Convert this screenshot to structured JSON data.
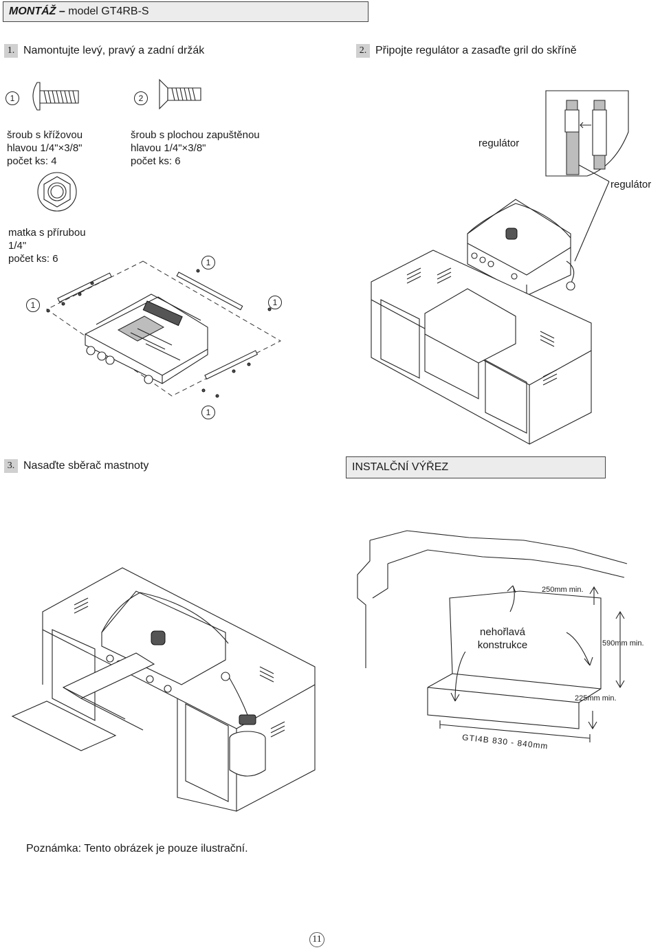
{
  "header": {
    "title_bold": "MONTÁŽ –",
    "title_rest": "model GT4RB-S"
  },
  "steps": [
    {
      "num": "1.",
      "label": "Namontujte levý, pravý a zadní držák"
    },
    {
      "num": "2.",
      "label": "Připojte regulátor a zasaďte gril do skříně"
    },
    {
      "num": "3.",
      "label": "Nasaďte sběrač mastnoty"
    }
  ],
  "parts": [
    {
      "marker": "1",
      "desc": "šroub s křížovou\nhlavou 1/4\"×3/8\"\npočet ks: 4"
    },
    {
      "marker": "2",
      "desc": "šroub s plochou zapuštěnou\nhlavou 1/4\"×3/8\"\npočet ks: 6"
    },
    {
      "marker": "",
      "desc": "matka s přírubou\n1/4\"\npočet ks: 6"
    }
  ],
  "callouts": {
    "one": "1"
  },
  "regulator": {
    "label_inset": "regulátor",
    "label_pointer": "regulátor"
  },
  "cutout": {
    "title": "INSTALČNÍ VÝŘEZ",
    "material": "nehořlavá\nkonstrukce",
    "dim_top": "250mm min.",
    "dim_right": "590mm min.",
    "dim_bottom": "225mm min.",
    "dim_width": "GTI4B 830 - 840mm"
  },
  "note": "Poznámka: Tento obrázek je pouze ilustrační.",
  "page_number": "11"
}
